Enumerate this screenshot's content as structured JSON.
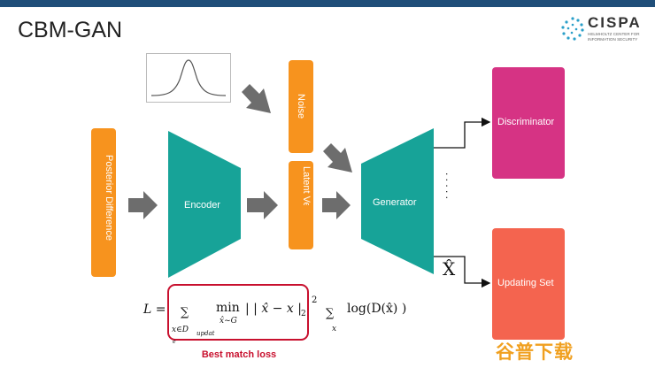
{
  "slide": {
    "title": "CBM-GAN",
    "logo": {
      "name": "CISPA",
      "subtitle": "HELMHOLTZ CENTER FOR INFORMATION SECURITY"
    }
  },
  "diagram": {
    "nodes": {
      "posterior": {
        "label": "Posterior Difference",
        "color": "#f7931e"
      },
      "encoder": {
        "label": "Encoder",
        "color": "#17a398"
      },
      "noise": {
        "label": "Noise",
        "color": "#f7931e"
      },
      "latent": {
        "label": "Latent Vector",
        "color": "#f7931e"
      },
      "generator": {
        "label": "Generator",
        "color": "#17a398"
      },
      "discriminator": {
        "label": "Discriminator",
        "color": "#d63384"
      },
      "updating_set": {
        "label": "Updating Set",
        "color": "#f4644f"
      }
    },
    "output_symbol": "X̂",
    "vertical_dots": ". . . . ."
  },
  "loss": {
    "lhs": "L =",
    "sum1": "∑",
    "sum1_sub": "x∈D",
    "sum1_subsub": "updat",
    "sum1_tail": "e",
    "min_word": "min",
    "min_sub": "x̂~G",
    "norm": "| | x̂ − x |",
    "norm_sub": "2",
    "norm_sup": "2",
    "sum2": "∑",
    "sum2_sub": "x",
    "log_term": "log(D(x̂) )",
    "caption": "Best match loss",
    "highlight_color": "#c8102e"
  },
  "watermark": "谷普下载"
}
